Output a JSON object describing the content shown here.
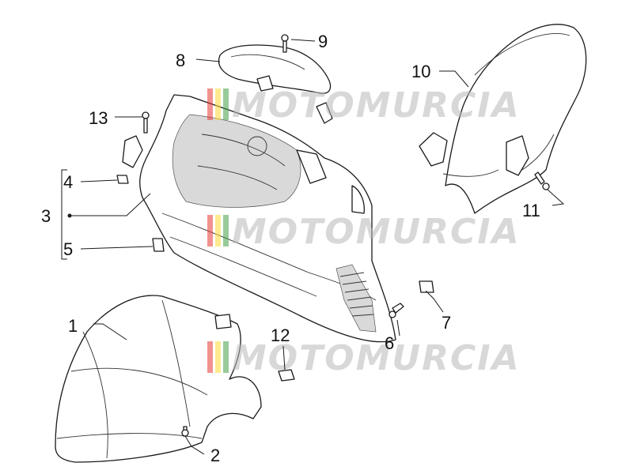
{
  "callouts": {
    "c1": "1",
    "c2": "2",
    "c3": "3",
    "c4": "4",
    "c5": "5",
    "c6": "6",
    "c7": "7",
    "c8": "8",
    "c9": "9",
    "c10": "10",
    "c11": "11",
    "c12": "12",
    "c13": "13"
  },
  "watermark": {
    "text": "MOTOMURCIA",
    "stripe_colors": [
      "#e53935",
      "#fdd835",
      "#43a047"
    ]
  }
}
